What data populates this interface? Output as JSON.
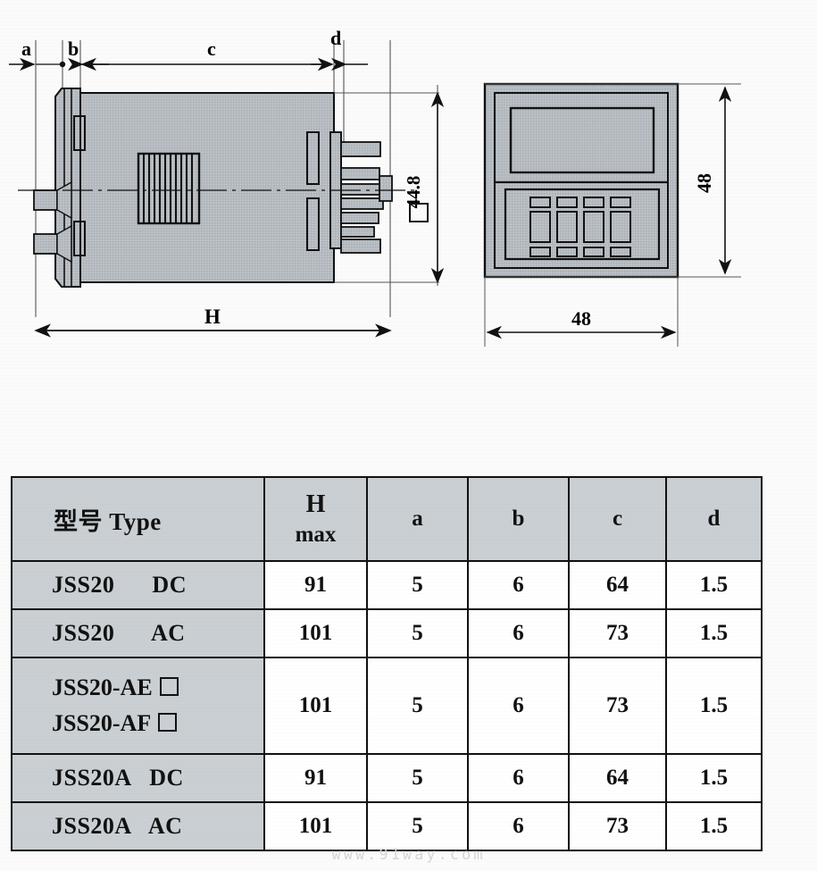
{
  "drawing": {
    "title": "JSS20 series timer outline dimension drawing",
    "side_view": {
      "name": "side-view",
      "dim_labels": [
        "a",
        "b",
        "c",
        "d"
      ],
      "overall_length_label": "H",
      "height_label": "44.8",
      "height_prefix_symbol": "□",
      "grille_bars": 12,
      "terminal_pins": 7
    },
    "front_view": {
      "name": "front-view",
      "width_label": "48",
      "height_label": "48",
      "switch_columns": 4
    }
  },
  "table": {
    "columns": [
      "型号 Type",
      "H",
      "a",
      "b",
      "c",
      "d"
    ],
    "h_header_top": "H",
    "h_header_bottom": "max",
    "rows": [
      {
        "type": "JSS20      DC",
        "h": "91",
        "a": "5",
        "b": "6",
        "c": "64",
        "d": "1.5",
        "merged": false
      },
      {
        "type": "JSS20      AC",
        "h": "101",
        "a": "5",
        "b": "6",
        "c": "73",
        "d": "1.5",
        "merged": false
      },
      {
        "type_line1": "JSS20-AE",
        "type_line2": "JSS20-AF",
        "has_box": true,
        "h": "101",
        "a": "5",
        "b": "6",
        "c": "73",
        "d": "1.5",
        "merged": true
      },
      {
        "type": "JSS20A   DC",
        "h": "91",
        "a": "5",
        "b": "6",
        "c": "64",
        "d": "1.5",
        "merged": false
      },
      {
        "type": "JSS20A   AC",
        "h": "101",
        "a": "5",
        "b": "6",
        "c": "73",
        "d": "1.5",
        "merged": false
      }
    ]
  },
  "watermark": {
    "text": "www.91way.com"
  },
  "colors": {
    "page_bg": "#fbfbfb",
    "metal_fill": "#b6bcc1",
    "header_fill": "#c9cfd3",
    "line": "#111111",
    "watermark": "#d6d6d6"
  }
}
